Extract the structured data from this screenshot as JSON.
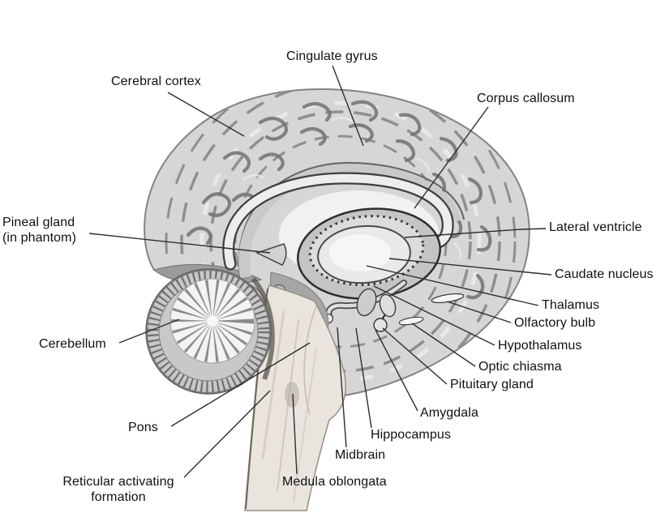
{
  "diagram": {
    "kind": "brain-sagittal-section-anatomy",
    "background": "#ffffff",
    "label_ink": "#101010",
    "leader_line_color": "#2d2d2d"
  },
  "labels": {
    "cerebral_cortex": "Cerebral cortex",
    "cingulate_gyrus": "Cingulate gyrus",
    "corpus_callosum": "Corpus callosum",
    "pineal_gland": {
      "line1": "Pineal gland",
      "line2": "(in phantom)"
    },
    "lateral_ventricle": "Lateral ventricle",
    "caudate_nucleus": "Caudate nucleus",
    "thalamus": "Thalamus",
    "olfactory_bulb": "Olfactory bulb",
    "hypothalamus": "Hypothalamus",
    "optic_chiasma": "Optic chiasma",
    "pituitary_gland": "Pituitary gland",
    "amygdala": "Amygdala",
    "hippocampus": "Hippocampus",
    "midbrain": "Midbrain",
    "medulla_oblongata": "Medula oblongata",
    "pons": "Pons",
    "cerebellum": "Cerebellum",
    "reticular_activating_formation": {
      "line1": "Reticular activating",
      "line2": "formation"
    }
  }
}
